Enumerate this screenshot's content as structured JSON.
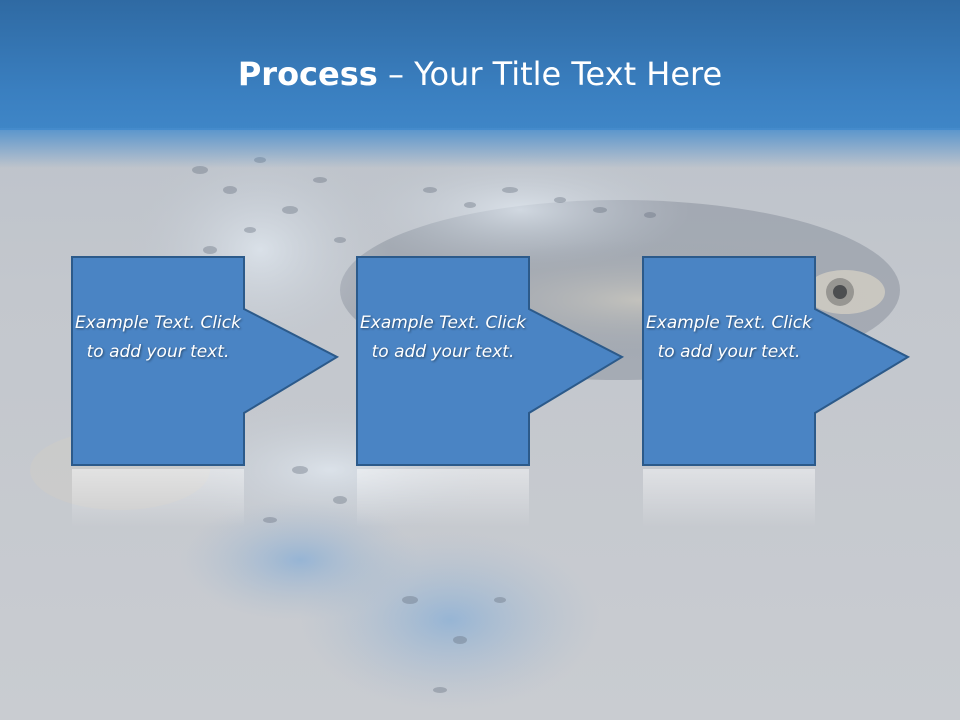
{
  "slide": {
    "title_bold": "Process",
    "title_rest": " – Your Title Text Here"
  },
  "colors": {
    "header": "#3a7fc0",
    "box_fill": "#4a84c4",
    "box_border": "#2c5a8a",
    "background": "#c3c7cd"
  },
  "steps": [
    {
      "text": "Example Text. Click  to add your text."
    },
    {
      "text": "Example Text. Click  to add your text."
    },
    {
      "text": "Example Text. Click  to add your text."
    }
  ]
}
